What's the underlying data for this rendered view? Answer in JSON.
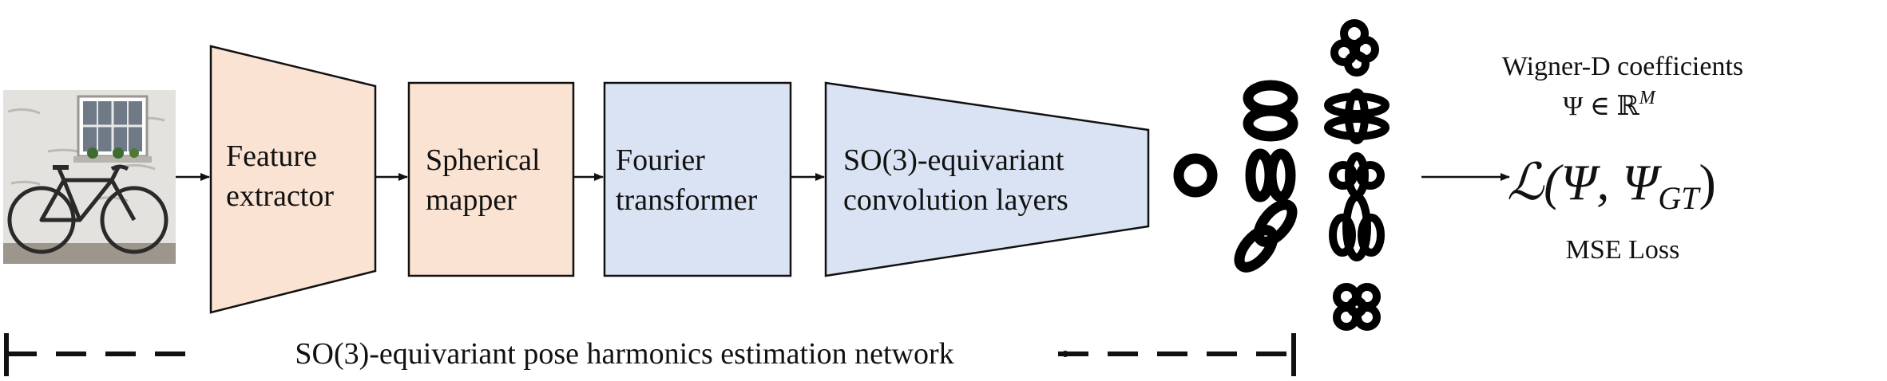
{
  "diagram": {
    "blocks": [
      {
        "line1": "Feature",
        "line2": "extractor",
        "color": "#fbe3d3"
      },
      {
        "line1": "Spherical",
        "line2": "mapper",
        "color": "#fbe3d3"
      },
      {
        "line1": "Fourier",
        "line2": "transformer",
        "color": "#dae3f3"
      },
      {
        "line1": "SO(3)-equivariant",
        "line2": "convolution layers",
        "color": "#dae3f3"
      }
    ],
    "output": {
      "title": "Wigner-D coefficients",
      "space": "Ψ ∈ ℝ",
      "space_sup": "M",
      "loss_expr": "ℒ(Ψ, Ψ",
      "loss_sub": "GT",
      "loss_close": ")",
      "loss_name": "MSE Loss"
    },
    "network_label": "SO(3)-equivariant pose harmonics estimation network",
    "input_image_icon": "bicycle-photo-icon",
    "harmonics_icon": "spherical-harmonics-icon"
  }
}
